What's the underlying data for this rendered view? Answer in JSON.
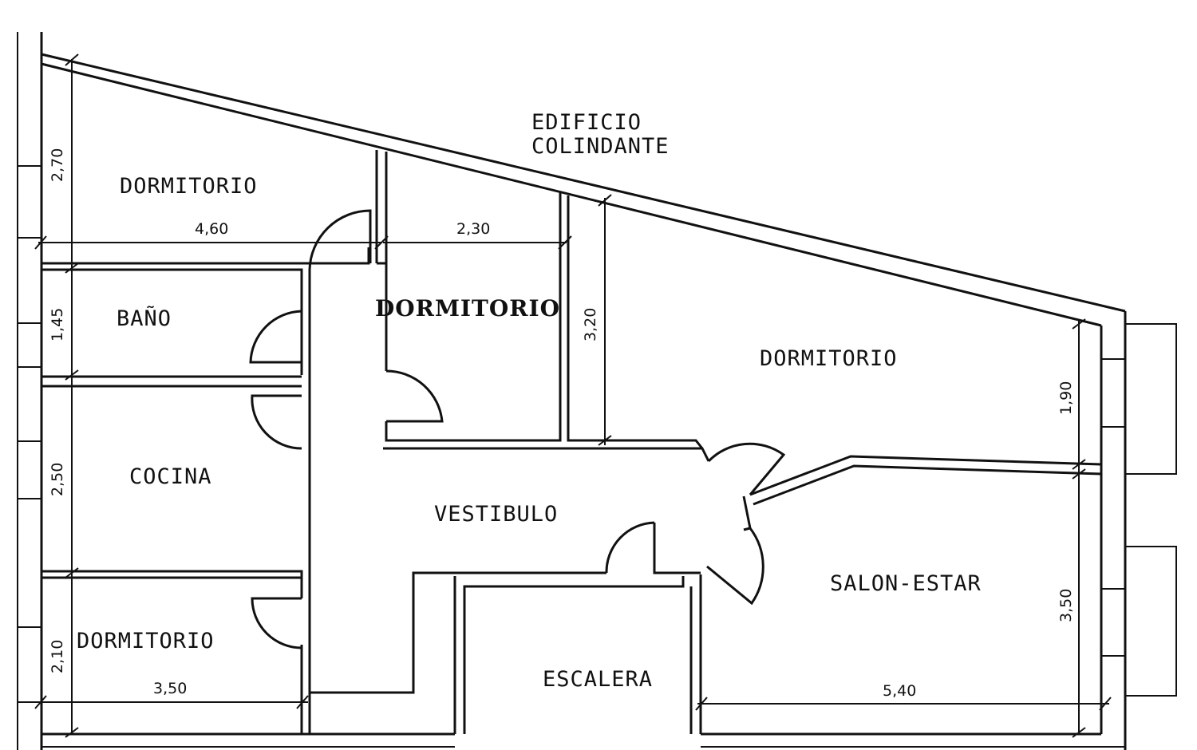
{
  "neighbor_label": {
    "line1": "EDIFICIO",
    "line2": "COLINDANTE"
  },
  "rooms": {
    "dormitorio_top_left": "DORMITORIO",
    "bano": "BAÑO",
    "dormitorio_mid": "DORMITORIO",
    "dormitorio_right": "DORMITORIO",
    "cocina": "COCINA",
    "vestibulo": "VESTIBULO",
    "salon_estar": "SALON-ESTAR",
    "dormitorio_bottom_left": "DORMITORIO",
    "escalera": "ESCALERA"
  },
  "dimensions": {
    "d_2_70": "2,70",
    "d_4_60": "4,60",
    "d_2_30": "2,30",
    "d_1_45": "1,45",
    "d_3_20": "3,20",
    "d_1_90": "1,90",
    "d_2_50": "2,50",
    "d_3_50_right": "3,50",
    "d_2_10": "2,10",
    "d_3_50_bottom": "3,50",
    "d_5_40": "5,40"
  }
}
